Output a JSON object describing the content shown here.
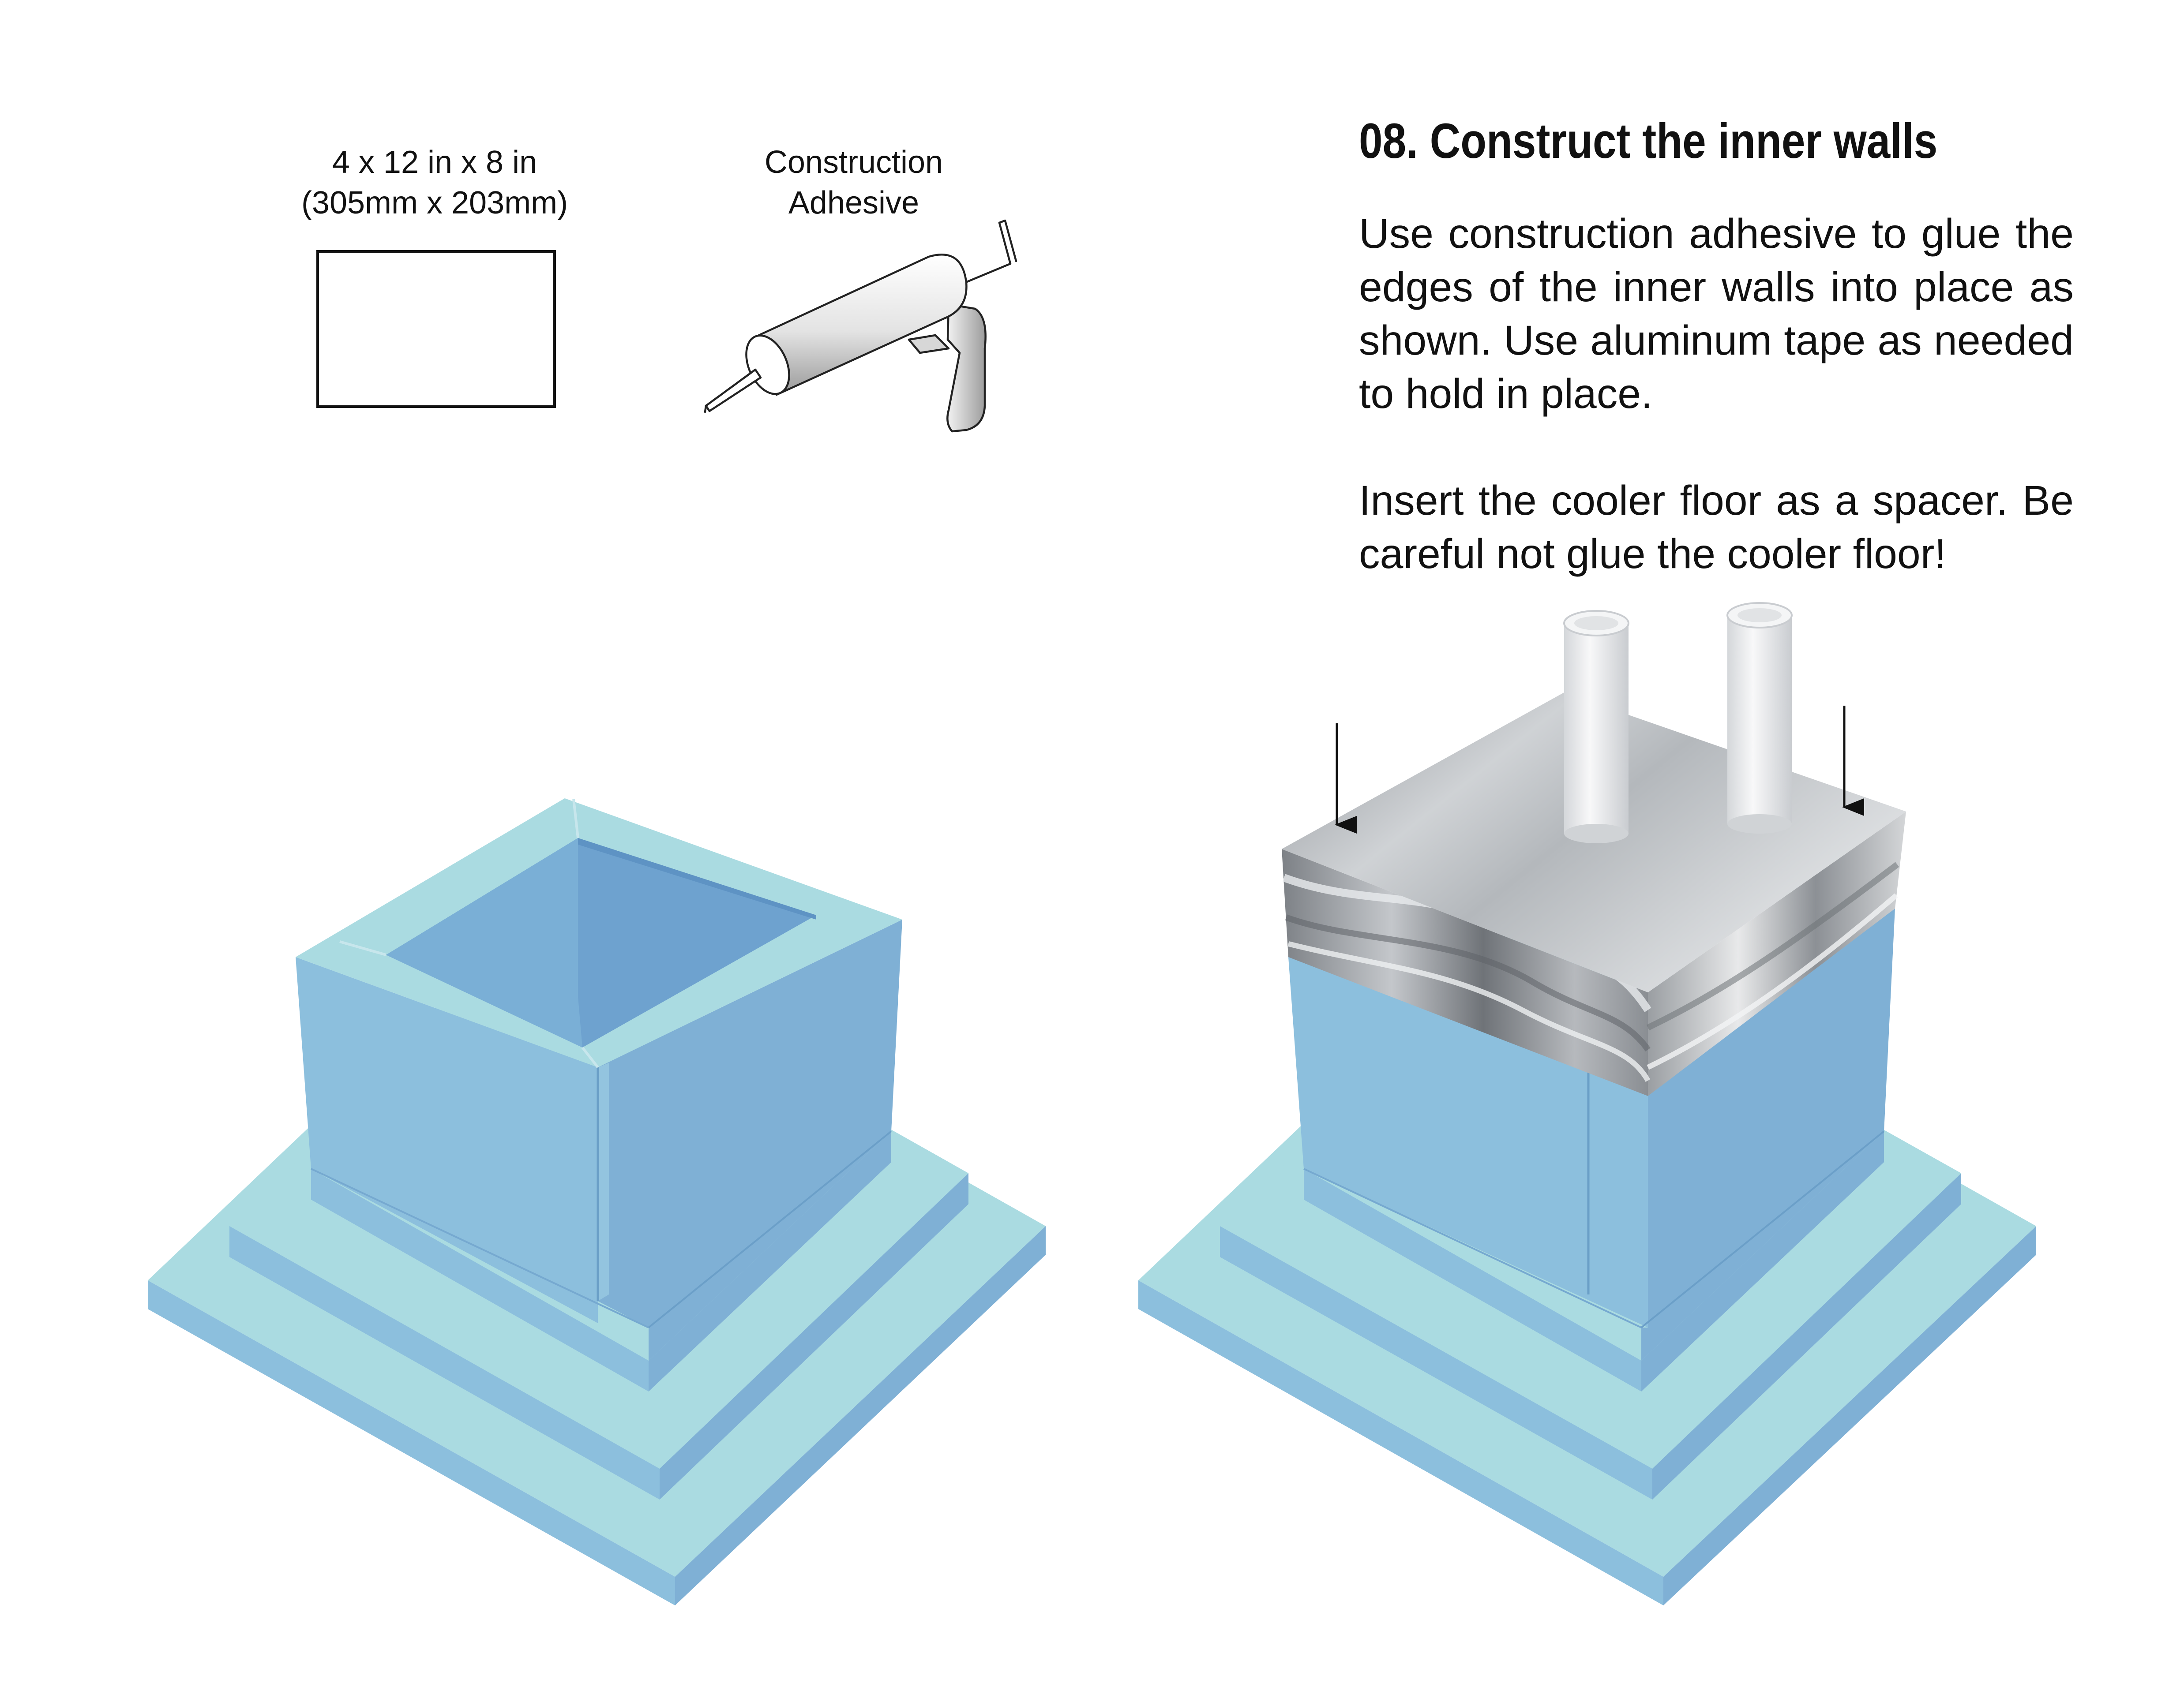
{
  "materials": {
    "panel": {
      "line1": "4 x 12 in x 8 in",
      "line2": "(305mm x 203mm)",
      "icon": "foam-panel-icon"
    },
    "adhesive": {
      "line1": "Construction",
      "line2": "Adhesive",
      "icon": "caulk-gun-icon"
    }
  },
  "step": {
    "title": "08. Construct the inner walls",
    "paragraph_1": "Use construction adhesive to glue the edges of the inner walls into place as shown. Use aluminum tape as needed to hold in place.",
    "paragraph_2": "Insert the cooler floor as a spacer. Be careful not glue the cooler floor!"
  },
  "colors": {
    "foam_top": "#aadbe1",
    "foam_left": "#8cbfdd",
    "foam_right": "#7fb0d5",
    "inner_wall": "#6ea2cf",
    "tape": "#9a9ea3",
    "pipe": "#eaecee"
  }
}
